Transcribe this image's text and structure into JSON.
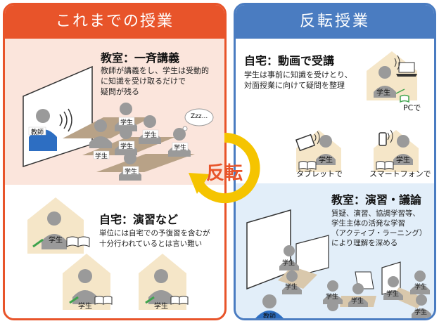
{
  "left_panel": {
    "header": "これまでの授業",
    "classroom": {
      "title": "教室：一斉講義",
      "desc_lines": [
        "教師が講義をし、学生は受動的",
        "に知識を受け取るだけで",
        "疑問が残る"
      ],
      "sleep_bubble": "Zzz..."
    },
    "home": {
      "title": "自宅：演習など",
      "desc_lines": [
        "単位には自宅での予復習を含むが",
        "十分行われているとは言い難い"
      ]
    }
  },
  "right_panel": {
    "header": "反転授業",
    "home": {
      "title": "自宅：動画で受講",
      "desc_lines": [
        "学生は事前に知識を受けとり、",
        "対面授業に向けて疑問を整理"
      ],
      "devices": [
        "PCで",
        "タブレットで",
        "スマートフォンで"
      ]
    },
    "classroom": {
      "title": "教室：演習・議論",
      "desc_lines": [
        "質疑、演習、協調学習等、",
        "学生主体の活発な学習",
        "（アクティブ・ラーニング）",
        "により理解を深める"
      ]
    }
  },
  "center_label": "反転",
  "person_tags": {
    "student": "学生",
    "teacher": "教師"
  },
  "colors": {
    "left_accent": "#e8542a",
    "right_accent": "#4a7cc1",
    "arrow": "#f5c400",
    "pink_bg": "#fbe5dc",
    "blue_bg": "#e2eef9",
    "house": "#f5e6c8"
  }
}
